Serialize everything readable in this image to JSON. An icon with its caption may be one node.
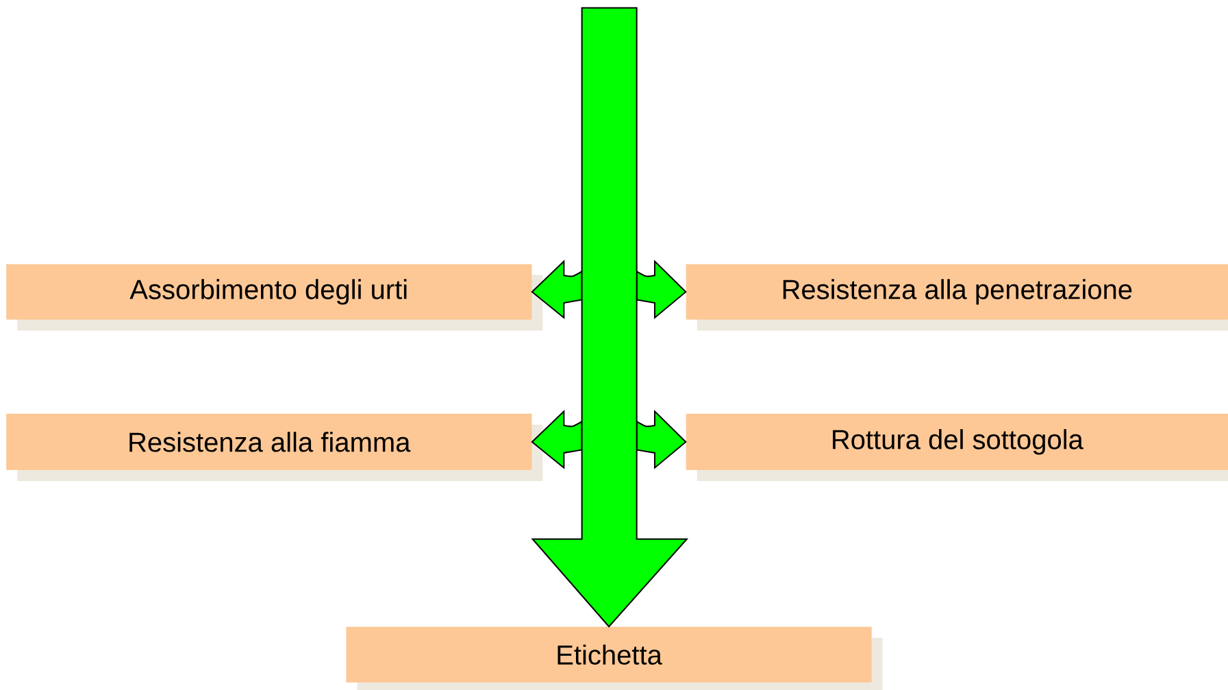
{
  "diagram": {
    "nodes": [
      {
        "text": [
          "Assorbimento degli urti"
        ]
      },
      {
        "text": [
          "Resistenza alla penetrazione"
        ]
      },
      {
        "text": [
          "Resistenza alla fiamma"
        ]
      },
      {
        "text": [
          "Rottura del sottogola"
        ]
      },
      {
        "text": [
          "Etichetta"
        ]
      }
    ],
    "edges": [
      {
        "from": null,
        "to": 0,
        "arrow": "to"
      },
      {
        "from": null,
        "to": 1,
        "arrow": "to"
      },
      {
        "from": null,
        "to": 2,
        "arrow": "to"
      },
      {
        "from": null,
        "to": 3,
        "arrow": "to"
      },
      {
        "from": null,
        "to": 4,
        "arrow": "to"
      }
    ]
  }
}
